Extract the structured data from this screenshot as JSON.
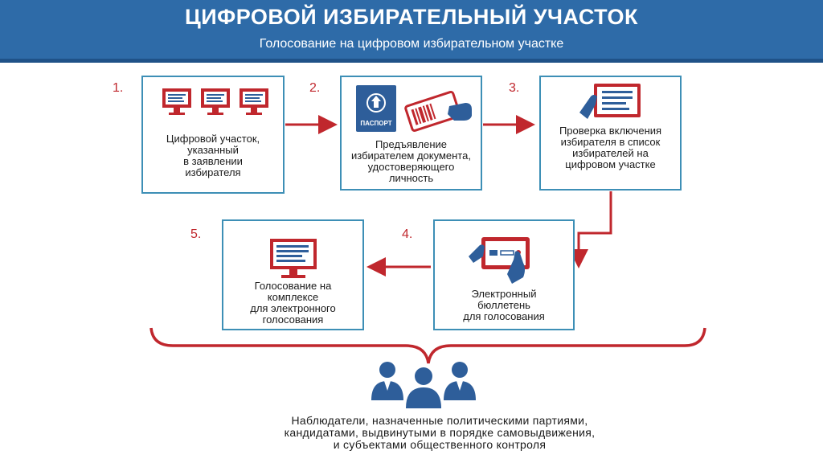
{
  "header": {
    "title": "ЦИФРОВОЙ  ИЗБИРАТЕЛЬНЫЙ УЧАСТОК",
    "subtitle": "Голосование  на цифровом избирательном участке"
  },
  "steps": [
    {
      "number": "1.",
      "text": "Цифровой участок,\nуказанный\nв заявлении\nизбирателя",
      "icon": "monitors-icon"
    },
    {
      "number": "2.",
      "text": "Предъявление\nизбирателем документа,\nудостоверяющего\nличность",
      "icon": "passport-card-icon",
      "passport_label": "ПАСПОРТ"
    },
    {
      "number": "3.",
      "text": "Проверка включения\nизбирателя в список\nизбирателей на\nцифровом участке",
      "icon": "list-check-icon"
    },
    {
      "number": "4.",
      "text": "Электронный\nбюллетень\nдля голосования",
      "icon": "ballot-tablet-icon"
    },
    {
      "number": "5.",
      "text": "Голосование на\nкомплексе\nдля электронного\nголосования",
      "icon": "voting-monitor-icon"
    }
  ],
  "observers": {
    "text": "Наблюдатели, назначенные политическими партиями,\nкандидатами, выдвинутыми в порядке самовыдвижения,\nи субъектами общественного контроля",
    "icon": "people-icon"
  },
  "colors": {
    "header": "#2e6ba8",
    "accent": "#c0272d",
    "box_border": "#3d8fb6",
    "icon_blue": "#2e5e9a"
  }
}
